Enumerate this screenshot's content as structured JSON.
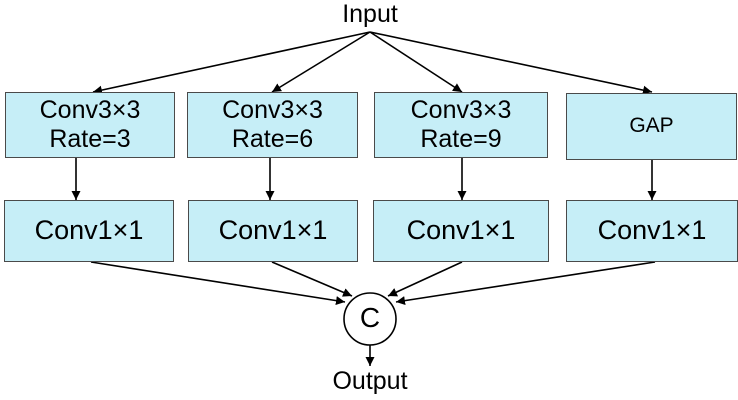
{
  "input_label": "Input",
  "output_label": "Output",
  "concat_label": "C",
  "branches": [
    {
      "top_line1": "Conv3×3",
      "top_line2": "Rate=3",
      "bottom_label": "Conv1×1"
    },
    {
      "top_line1": "Conv3×3",
      "top_line2": "Rate=6",
      "bottom_label": "Conv1×1"
    },
    {
      "top_line1": "Conv3×3",
      "top_line2": "Rate=9",
      "bottom_label": "Conv1×1"
    },
    {
      "top_line1": "GAP",
      "top_line2": "",
      "bottom_label": "Conv1×1"
    }
  ],
  "colors": {
    "box_fill": "#c6eef7",
    "box_border": "#4a4a4a",
    "arrow": "#000000"
  }
}
